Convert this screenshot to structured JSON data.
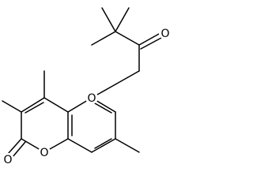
{
  "molecule": {
    "atoms": {
      "ketone_oxygen": "O",
      "ether_oxygen": "O",
      "ring_oxygen": "O",
      "carbonyl_oxygen": "O"
    },
    "colors": {
      "bond": "#000000",
      "label": "#000000",
      "background": "#ffffff"
    }
  }
}
